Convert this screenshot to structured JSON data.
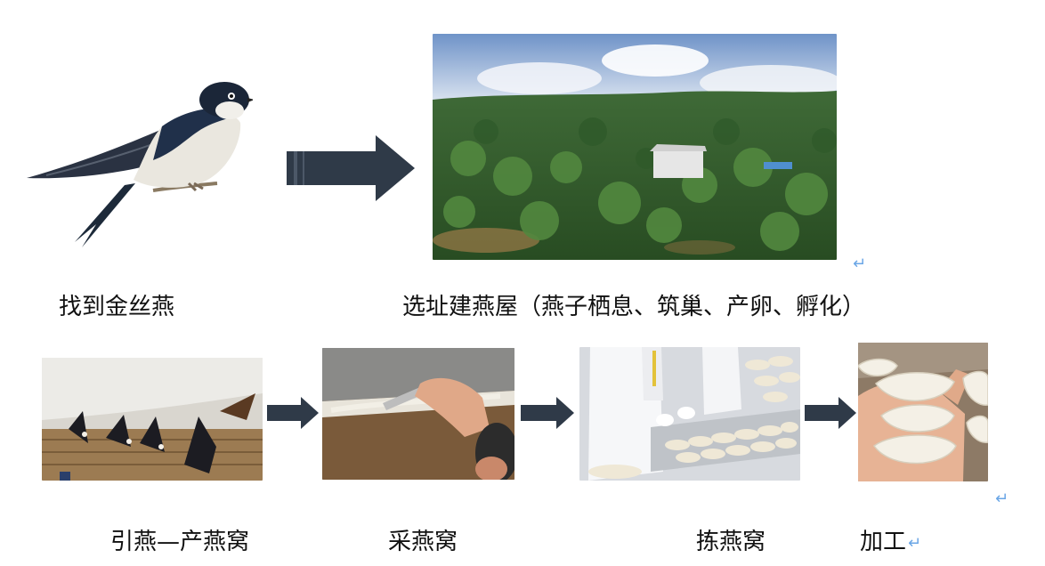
{
  "steps": [
    {
      "caption": "找到金丝燕",
      "image_icon": "swiftlet-bird-icon"
    },
    {
      "caption": "选址建燕屋（燕子栖息、筑巢、产卵、孵化）",
      "image_icon": "plantation-house-photo"
    },
    {
      "caption": "引燕—产燕窝",
      "image_icon": "swiftlets-nesting-photo"
    },
    {
      "caption": "采燕窝",
      "image_icon": "harvesting-photo"
    },
    {
      "caption": "拣燕窝",
      "image_icon": "sorting-factory-photo"
    },
    {
      "caption": "加工",
      "image_icon": "birdnest-hand-photo"
    }
  ],
  "return_mark": "↵",
  "colors": {
    "arrow": "#2f3a48",
    "return": "#6aa6e6"
  }
}
